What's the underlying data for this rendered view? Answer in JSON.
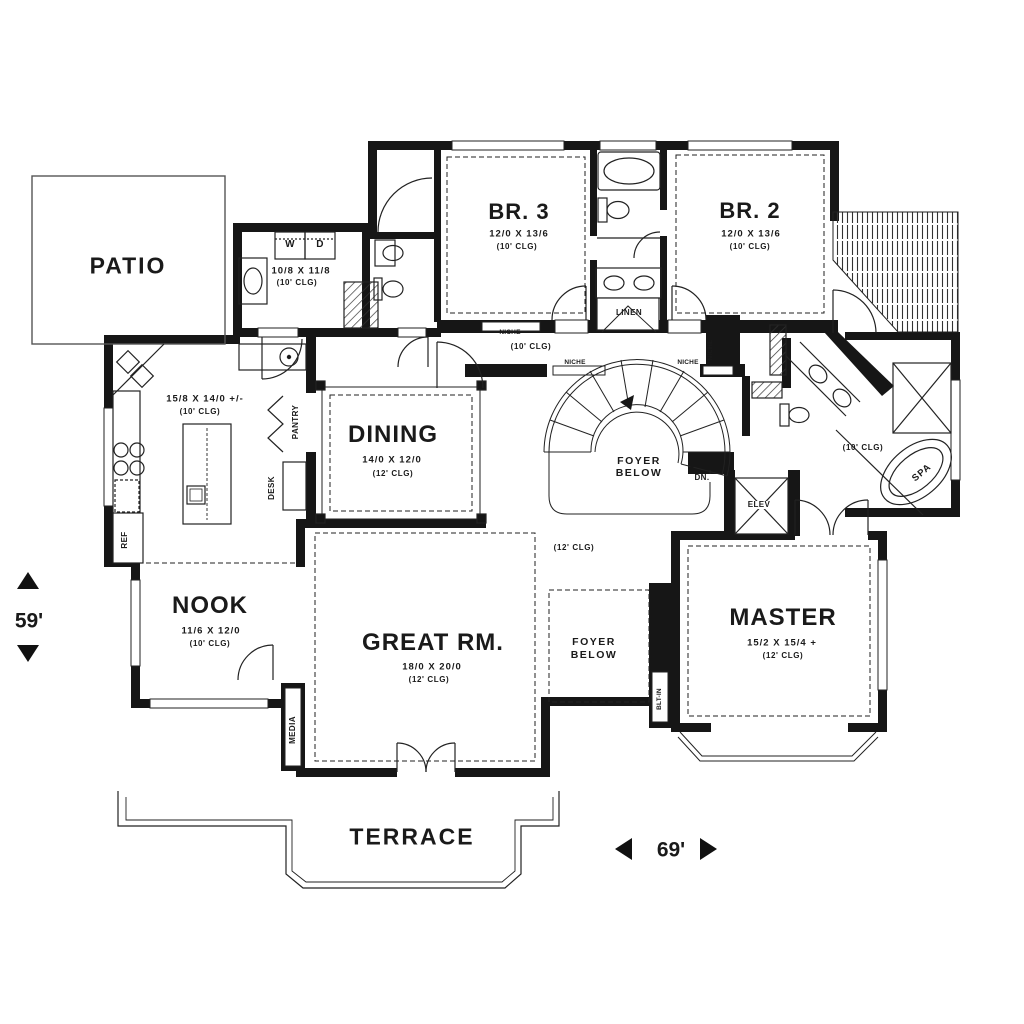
{
  "plan": {
    "scale_width": "69'",
    "scale_height": "59'",
    "patio_label": "PATIO",
    "terrace_label": "TERRACE",
    "rooms": {
      "br3": {
        "name": "BR. 3",
        "size": "12/0 X 13/6",
        "clg": "(10' CLG)"
      },
      "br2": {
        "name": "BR. 2",
        "size": "12/0 X 13/6",
        "clg": "(10' CLG)"
      },
      "laundry": {
        "size": "10/8 X 11/8",
        "clg": "(10' CLG)",
        "washer": "W",
        "dryer": "D"
      },
      "kitchen": {
        "size": "15/8 X 14/0 +/-",
        "clg": "(10' CLG)"
      },
      "dining": {
        "name": "DINING",
        "size": "14/0 X 12/0",
        "clg": "(12' CLG)"
      },
      "nook": {
        "name": "NOOK",
        "size": "11/6 X 12/0",
        "clg": "(10' CLG)"
      },
      "great_room": {
        "name": "GREAT RM.",
        "size": "18/0 X 20/0",
        "clg": "(12' CLG)"
      },
      "master": {
        "name": "MASTER",
        "size": "15/2 X 15/4 +",
        "clg": "(12' CLG)"
      },
      "master_bath": {
        "clg": "(10' CLG)",
        "spa": "SPA"
      },
      "foyer": {
        "line1": "FOYER",
        "line2": "BELOW"
      },
      "hall": {
        "clg": "(10' CLG)",
        "stair_clg": "(12' CLG)",
        "dn": "DN."
      }
    },
    "tags": {
      "linen": "LINEN",
      "pantry": "PANTRY",
      "desk": "DESK",
      "media": "MEDIA",
      "ref": "REF",
      "elev": "ELEV",
      "blt_in": "BLT-IN",
      "niche": "NICHE"
    }
  }
}
